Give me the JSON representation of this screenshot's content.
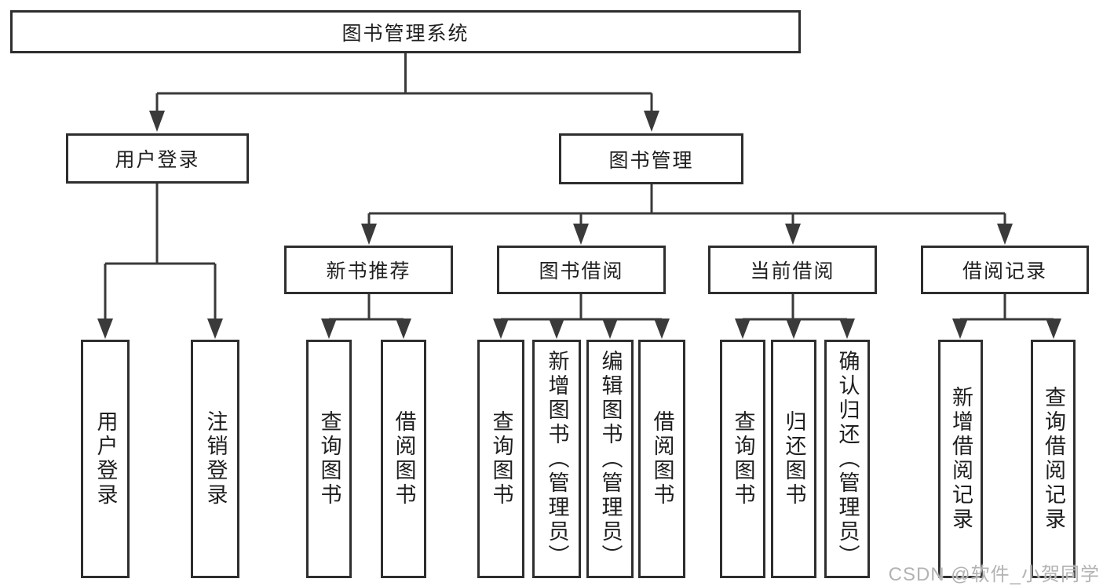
{
  "diagram_title": "图书管理系统",
  "nodes": {
    "root": "图书管理系统",
    "user_login": "用户登录",
    "book_mgmt": "图书管理",
    "new_book_rec": "新书推荐",
    "book_borrow": "图书借阅",
    "current_borrow": "当前借阅",
    "borrow_record": "借阅记录",
    "leaf_user_login": "用户登录",
    "leaf_logout": "注销登录",
    "leaf_rec_query": "查询图书",
    "leaf_rec_borrow": "借阅图书",
    "leaf_bb_query": "查询图书",
    "leaf_bb_add": "新增图书（管理员）",
    "leaf_bb_edit": "编辑图书（管理员）",
    "leaf_bb_borrow": "借阅图书",
    "leaf_cb_query": "查询图书",
    "leaf_cb_return": "归还图书",
    "leaf_cb_confirm": "确认归还（管理员）",
    "leaf_br_add": "新增借阅记录",
    "leaf_br_query": "查询借阅记录"
  },
  "hierarchy": {
    "图书管理系统": [
      "用户登录",
      "图书管理"
    ],
    "用户登录": [
      "用户登录",
      "注销登录"
    ],
    "图书管理": [
      "新书推荐",
      "图书借阅",
      "当前借阅",
      "借阅记录"
    ],
    "新书推荐": [
      "查询图书",
      "借阅图书"
    ],
    "图书借阅": [
      "查询图书",
      "新增图书（管理员）",
      "编辑图书（管理员）",
      "借阅图书"
    ],
    "当前借阅": [
      "查询图书",
      "归还图书",
      "确认归还（管理员）"
    ],
    "借阅记录": [
      "新增借阅记录",
      "查询借阅记录"
    ]
  },
  "watermark": {
    "text": "CSDN @软件_小贺同学"
  },
  "colors": {
    "line": "#3a3a3a",
    "box_border": "#2e2e2e",
    "text": "#1f1f1f",
    "watermark": "#b3b3b3",
    "background": "#ffffff"
  }
}
